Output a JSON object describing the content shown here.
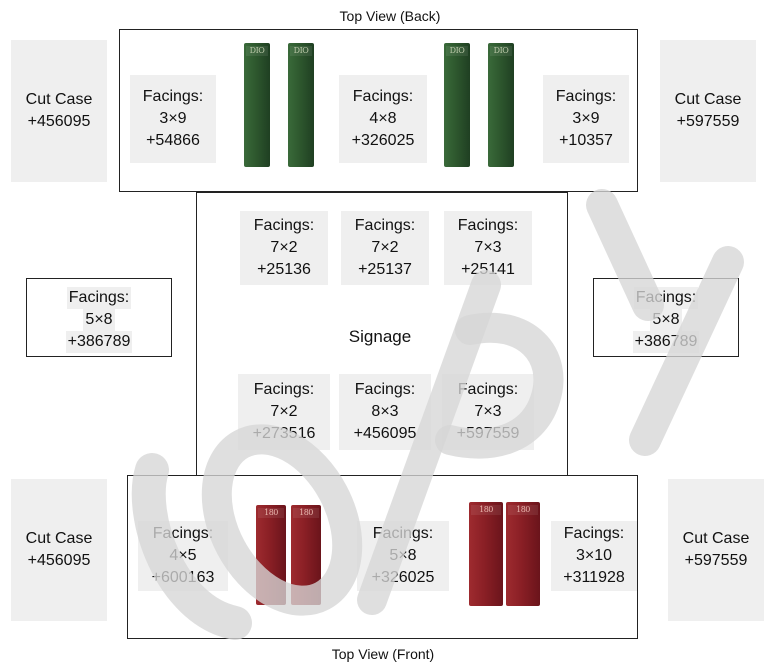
{
  "back": {
    "caption": "Top View (Back)",
    "cut_left": {
      "l1": "Cut Case",
      "l2": "+456095"
    },
    "cut_right": {
      "l1": "Cut Case",
      "l2": "+597559"
    },
    "label_a": {
      "l1": "Facings:",
      "l2": "3×9",
      "l3": "+54866"
    },
    "label_b": {
      "l1": "Facings:",
      "l2": "4×8",
      "l3": "+326025"
    },
    "label_c": {
      "l1": "Facings:",
      "l2": "3×9",
      "l3": "+10357"
    },
    "pack_text": "DIO"
  },
  "middle": {
    "top_row": [
      {
        "l1": "Facings:",
        "l2": "7×2",
        "l3": "+25136"
      },
      {
        "l1": "Facings:",
        "l2": "7×2",
        "l3": "+25137"
      },
      {
        "l1": "Facings:",
        "l2": "7×3",
        "l3": "+25141"
      }
    ],
    "signage": "Signage",
    "bottom_row": [
      {
        "l1": "Facings:",
        "l2": "7×2",
        "l3": "+273516"
      },
      {
        "l1": "Facings:",
        "l2": "8×3",
        "l3": "+456095"
      },
      {
        "l1": "Facings:",
        "l2": "7×3",
        "l3": "+597559"
      }
    ]
  },
  "side_left": {
    "l1": "Facings:",
    "l2": "5×8",
    "l3": "+386789"
  },
  "side_right": {
    "l1": "Facings:",
    "l2": "5×8",
    "l3": "+386789"
  },
  "front": {
    "caption": "Top View (Front)",
    "cut_left": {
      "l1": "Cut Case",
      "l2": "+456095"
    },
    "cut_right": {
      "l1": "Cut Case",
      "l2": "+597559"
    },
    "label_a": {
      "l1": "Facings:",
      "l2": "4×5",
      "l3": "+600163"
    },
    "label_b": {
      "l1": "Facings:",
      "l2": "5×8",
      "l3": "+326025"
    },
    "label_c": {
      "l1": "Facings:",
      "l2": "3×10",
      "l3": "+311928"
    },
    "pack_text": "180"
  },
  "watermark": {
    "text": "COPY",
    "color": "#d6d6d6"
  },
  "colors": {
    "green_pack": "#2f5a2f",
    "red_pack": "#8a1f25",
    "tile_bg": "#efefef"
  }
}
